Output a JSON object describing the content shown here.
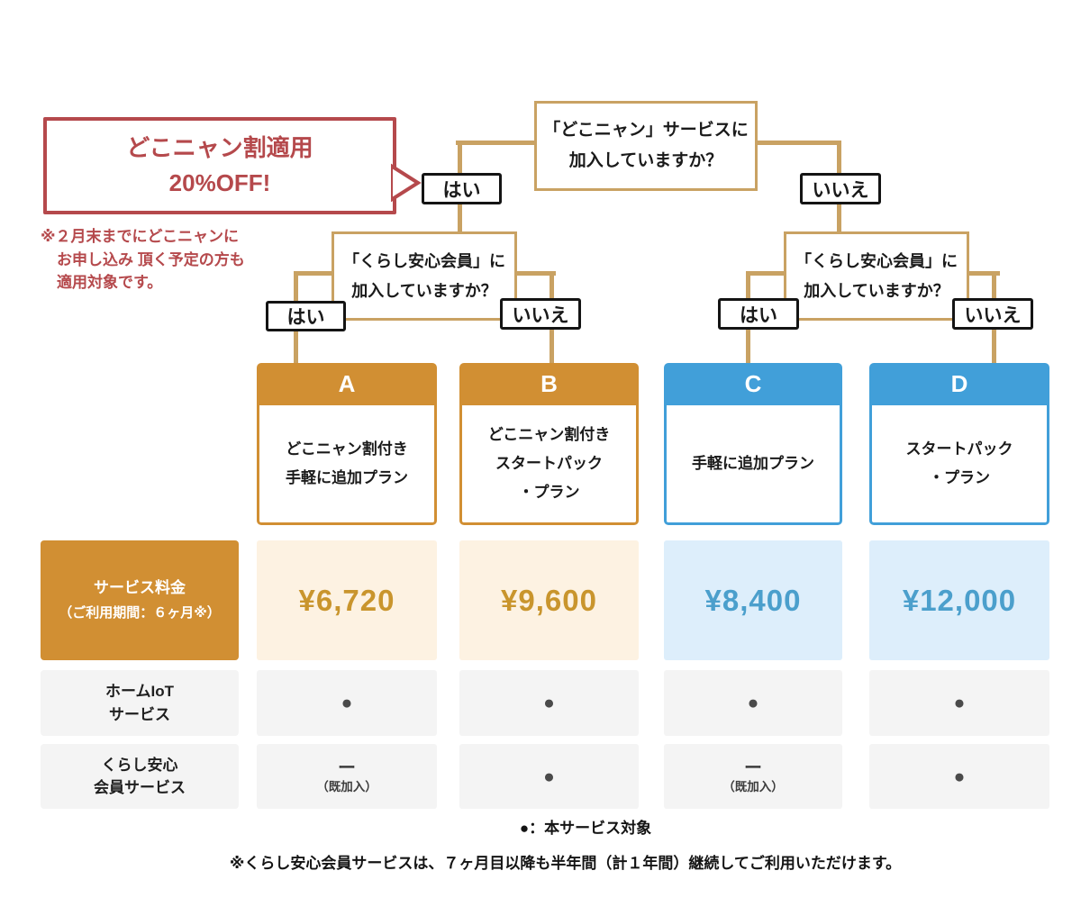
{
  "colors": {
    "orange": "#d18f33",
    "blue": "#419fd9",
    "tan_line": "#c9a263",
    "red": "#b5494c",
    "cream_bg": "#fdf2e2",
    "light_blue_bg": "#ddeefb",
    "gray_bg": "#f4f4f4",
    "price_gold": "#c9952d",
    "price_blue": "#4b9fcc"
  },
  "callout": {
    "line1": "どこニャン割適用",
    "line2": "20%OFF!",
    "note_line1": "※２月末までにどこニャンに",
    "note_line2": "お申し込み 頂く予定の方も",
    "note_line3": "適用対象です。"
  },
  "tree": {
    "q_top_line1": "「どこニャン」サービスに",
    "q_top_line2": "加入していますか？",
    "q2_line1": "「くらし安心会員」に",
    "q2_line2": "加入していますか？",
    "yes_label": "はい",
    "no_label": "いいえ"
  },
  "plans": [
    {
      "id": "A",
      "lines": [
        "どこニャン割付き",
        "手軽に追加プラン"
      ]
    },
    {
      "id": "B",
      "lines": [
        "どこニャン割付き",
        "スタートパック",
        "・プラン"
      ]
    },
    {
      "id": "C",
      "lines": [
        "手軽に追加プラン"
      ]
    },
    {
      "id": "D",
      "lines": [
        "スタートパック",
        "・プラン"
      ]
    }
  ],
  "table": {
    "rows": [
      {
        "header_line1": "サービス料金",
        "header_line2": "（ご利用期間：６ヶ月※）",
        "values": [
          "¥6,720",
          "¥9,600",
          "¥8,400",
          "¥12,000"
        ]
      },
      {
        "header_line1": "ホームIoT",
        "header_line2": "サービス"
      },
      {
        "header_line1": "くらし安心",
        "header_line2": "会員サービス",
        "dash_note": "（既加入）"
      }
    ]
  },
  "glyphs": {
    "dot": "●",
    "dash": "ー"
  },
  "legend": "●：本サービス対象",
  "footer_note": "※くらし安心会員サービスは、７ヶ月目以降も半年間（計１年間）継続してご利用いただけます。"
}
